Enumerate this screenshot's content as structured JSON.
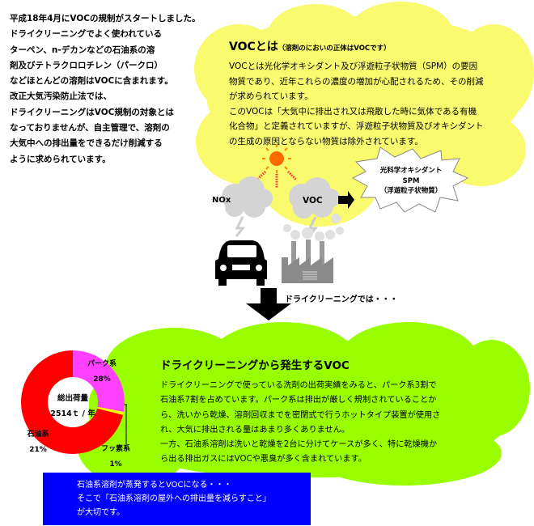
{
  "intro": {
    "lines": [
      "平成18年4月にVOCの規制がスタートしました。",
      "ドライクリーニングでよく使われている",
      "ターペン、n-デカンなどの石油系の溶",
      "剤及びテトラクロロチレン（パークロ）",
      "などほとんどの溶剤はVOCに含まれます。",
      "改正大気汚染防止法では、",
      "ドライクリーニングはVOC規制の対象とは",
      "なっておりませんが、自主管理で、溶剤の",
      "大気中への排出量をできるだけ削減する",
      "ように求められています。"
    ]
  },
  "voc": {
    "title": "VOCとは",
    "subtitle": "（溶剤のにおいの正体はVOCです）",
    "lines": [
      "VOCとは光化学オキシダント及び浮遊粒子状物質（SPM）の要因",
      "物質であり、近年これらの濃度の増加が心配されるため、その削減",
      "が求められています。",
      "このVOCは「大気中に排出され又は飛散した時に気体である有機",
      "化合物」と定義されていますが、浮遊粒子状物質及びオキシダント",
      "の生成の原因とならない物質は除外されています。"
    ]
  },
  "diagram": {
    "nox": "NOx",
    "voc": "VOC",
    "result_lines": [
      "光科学オキシダント",
      "SPM",
      "（浮遊粒子状物質）"
    ],
    "arrow_label": "ドライクリーニングでは・・・"
  },
  "dry": {
    "title": "ドライクリーニングから発生するVOC",
    "lines": [
      "ドライクリーニングで使っている洗剤の出荷実績をみると、パーク系3割で",
      "石油系7割を占めています。パーク系は排出が厳しく規制されていることか",
      "ら、洗いから乾燥、溶剤回収までを密閉式で行うホットタイプ装置が使用さ",
      "れ、大気に排出される量はあまり多くありません。",
      "一方、石油系溶剤は洗いと乾燥を2台に分けてケースが多く、特に乾燥機か",
      "ら出る排出ガスにはVOCや悪臭が多く含まれています。"
    ]
  },
  "chart_data": {
    "type": "pie",
    "title": "総出荷量",
    "center_value": "2514ｔ / 年",
    "categories": [
      "パーク系",
      "フッ素系",
      "石油系"
    ],
    "values": [
      28,
      1,
      71
    ],
    "labels": [
      "28%",
      "1%",
      "21%"
    ],
    "colors": [
      "#ff40ff",
      "#ffff00",
      "#ff0000"
    ]
  },
  "note": {
    "lines": [
      "石油系溶剤が蒸発するとVOCになる・・・",
      "そこで「石油系溶剤の屋外への排出量を減らすこと」",
      "が大切です。"
    ]
  }
}
